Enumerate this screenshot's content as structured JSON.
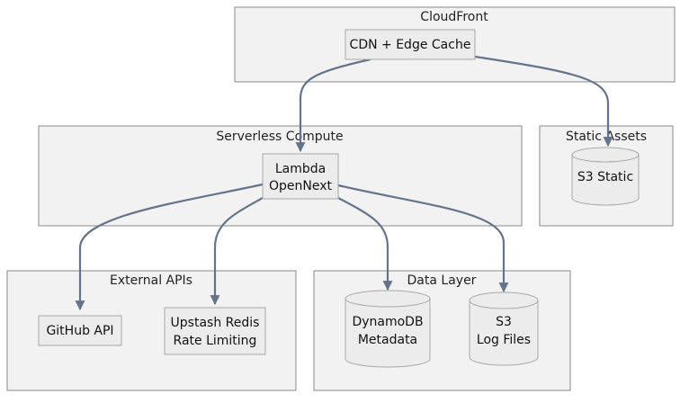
{
  "groups": {
    "cloudfront": "CloudFront",
    "serverless": "Serverless Compute",
    "static_assets": "Static Assets",
    "external_apis": "External APIs",
    "data_layer": "Data Layer"
  },
  "nodes": {
    "cdn": "CDN + Edge Cache",
    "lambda": [
      "Lambda",
      "OpenNext"
    ],
    "s3_static": "S3 Static",
    "github": "GitHub API",
    "upstash": [
      "Upstash Redis",
      "Rate Limiting"
    ],
    "dynamodb": [
      "DynamoDB",
      "Metadata"
    ],
    "s3_logs": [
      "S3",
      "Log Files"
    ]
  },
  "edges": [
    {
      "from": "cdn",
      "to": "lambda"
    },
    {
      "from": "cdn",
      "to": "s3_static"
    },
    {
      "from": "lambda",
      "to": "github"
    },
    {
      "from": "lambda",
      "to": "upstash"
    },
    {
      "from": "lambda",
      "to": "dynamodb"
    },
    {
      "from": "lambda",
      "to": "s3_logs"
    }
  ]
}
